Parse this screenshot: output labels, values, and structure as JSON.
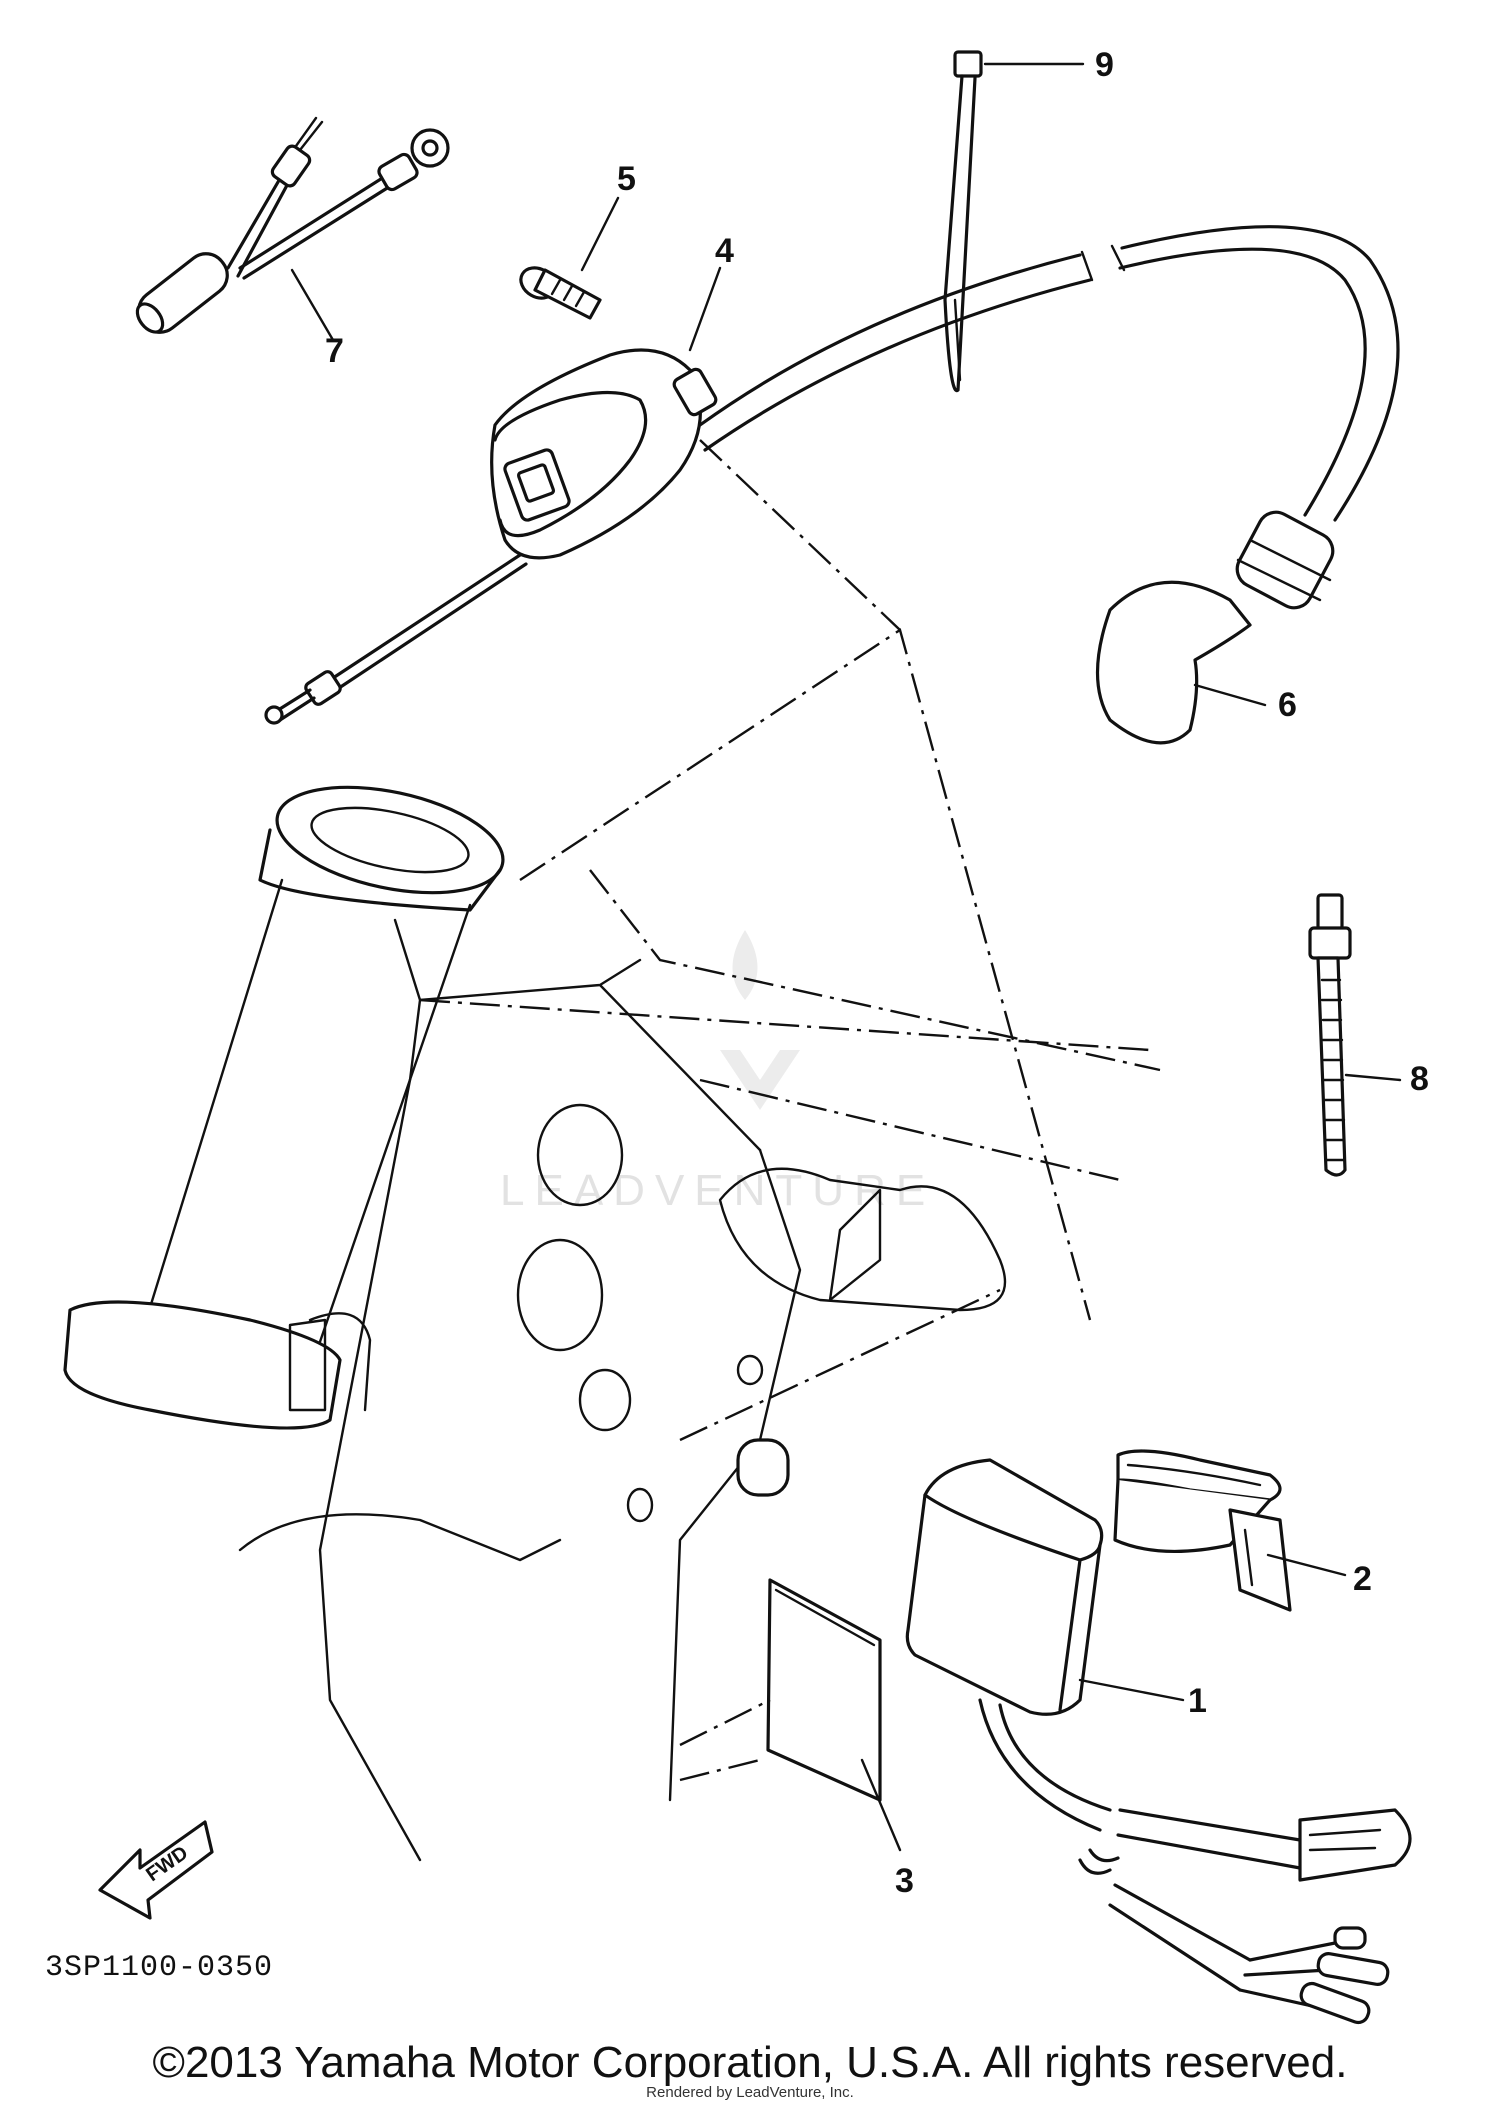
{
  "diagram": {
    "callouts": [
      {
        "id": "1",
        "label": "1"
      },
      {
        "id": "2",
        "label": "2"
      },
      {
        "id": "3",
        "label": "3"
      },
      {
        "id": "4",
        "label": "4"
      },
      {
        "id": "5",
        "label": "5"
      },
      {
        "id": "6",
        "label": "6"
      },
      {
        "id": "7",
        "label": "7"
      },
      {
        "id": "8",
        "label": "8"
      },
      {
        "id": "9",
        "label": "9"
      }
    ],
    "diagram_code": "3SP1100-0350",
    "fwd_label": "FWD",
    "watermark": "LEADVENTURE"
  },
  "footer": {
    "copyright": "©2013 Yamaha Motor Corporation, U.S.A. All rights reserved.",
    "rendered_by": "Rendered by LeadVenture, Inc."
  }
}
